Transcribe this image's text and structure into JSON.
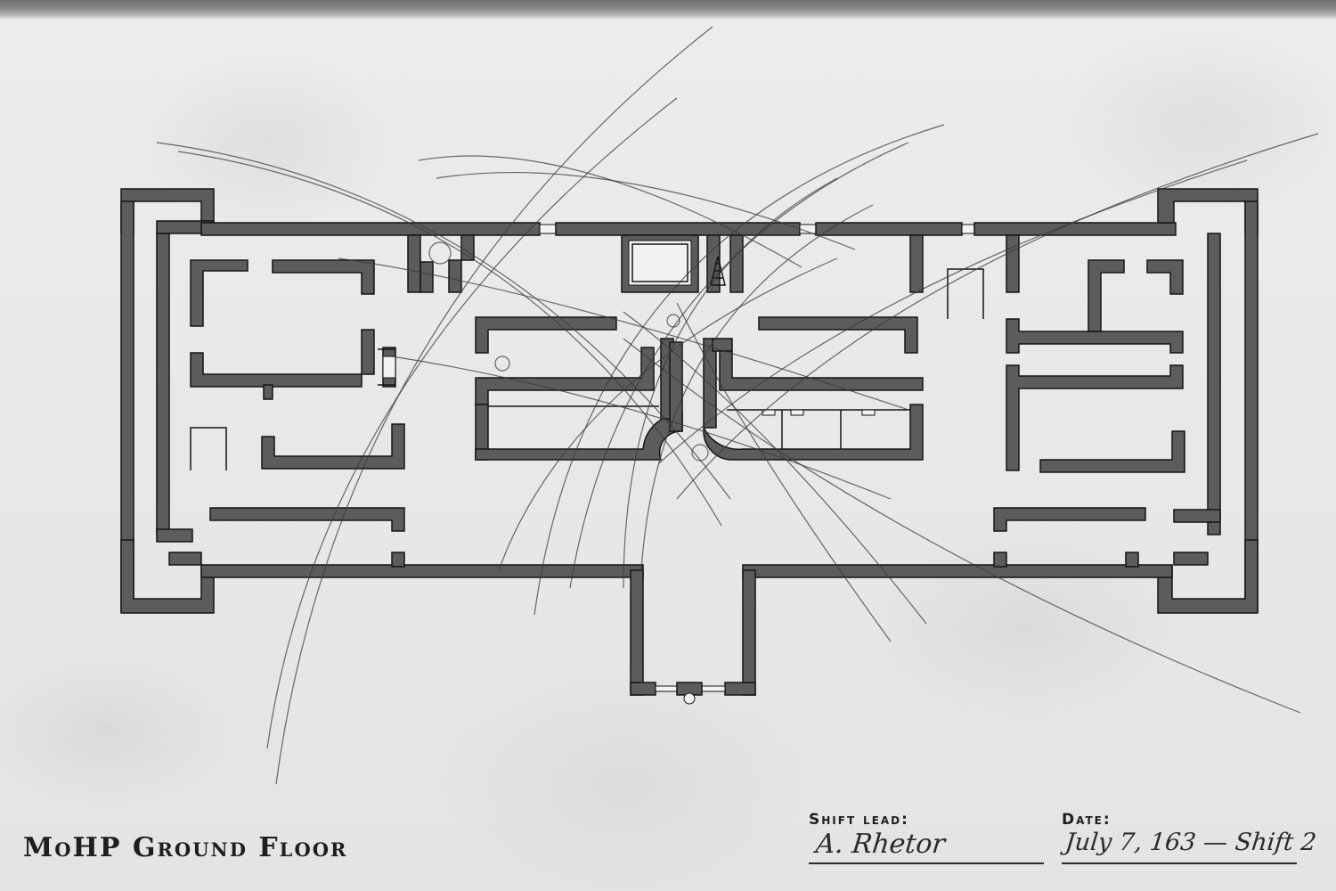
{
  "map": {
    "title": "MoHP Ground Floor",
    "colors": {
      "paper": "#e9e9e9",
      "wall_fill": "#5c5c5c",
      "wall_stroke": "#151515",
      "pencil": "#3a3a3a"
    }
  },
  "signature_block": {
    "shift_lead_label": "Shift lead:",
    "shift_lead_value": "A. Rhetor",
    "date_label": "Date:",
    "date_value": "July 7, 163 — Shift 2"
  }
}
